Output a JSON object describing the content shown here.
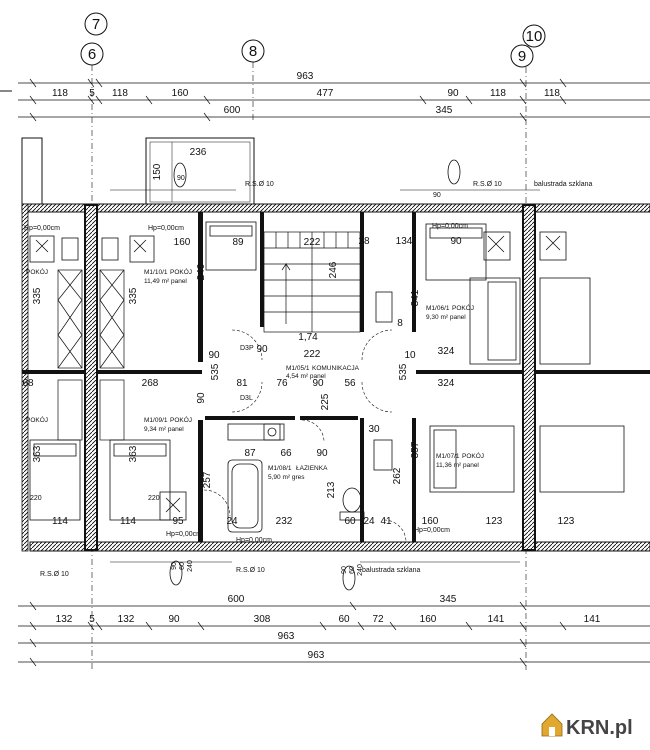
{
  "grid_axes": [
    "7",
    "6",
    "8",
    "10",
    "9"
  ],
  "top_dims_row1": [
    "963"
  ],
  "top_dims_row2": [
    "118",
    "5",
    "118",
    "160",
    "477",
    "90",
    "118",
    "118"
  ],
  "top_dims_row3": [
    "600",
    "345"
  ],
  "top_misc": [
    "236",
    "150",
    "R.S.Ø 10",
    "R.S.Ø 10",
    "balustrada szklana",
    "90",
    "90"
  ],
  "rooms": [
    {
      "code": "M1/10/1",
      "name": "POKÓJ",
      "area": "11,49 m² panel"
    },
    {
      "code": "M1/09/1",
      "name": "POKÓJ",
      "area": "9,34 m² panel"
    },
    {
      "code": "M1/05/1",
      "name": "KOMUNIKACJA",
      "area": "4,54 m² panel"
    },
    {
      "code": "M1/08/1",
      "name": "ŁAZIENKA",
      "area": "5,90 m² gres"
    },
    {
      "code": "M1/06/1",
      "name": "POKÓJ",
      "area": "9,30 m² panel"
    },
    {
      "code": "M1/07/1",
      "name": "POKÓJ",
      "area": "11,36 m² panel"
    },
    {
      "code": "",
      "name": "POKÓJ",
      "area": ""
    },
    {
      "code": "",
      "name": "POKÓJ",
      "area": ""
    }
  ],
  "interior_dims": [
    "160",
    "240",
    "335",
    "335",
    "89",
    "222",
    "246",
    "134",
    "90",
    "341",
    "1,74",
    "222",
    "90",
    "8",
    "D3P",
    "D3L",
    "268",
    "68",
    "81",
    "76",
    "90",
    "56",
    "324",
    "324",
    "90",
    "535",
    "535",
    "87",
    "66",
    "90",
    "357",
    "262",
    "213",
    "257",
    "363",
    "363",
    "114",
    "114",
    "220",
    "220",
    "232",
    "60",
    "24",
    "41",
    "160",
    "123",
    "123",
    "95",
    "24",
    "28",
    "30",
    "225",
    "90",
    "10"
  ],
  "level_labels": [
    "Hp=0,00cm",
    "Hp=0,00cm",
    "Hp=0,00cm",
    "Hp=0,00cm",
    "Hp=0,00cm",
    "Hp=0,00cm"
  ],
  "bottom_misc": [
    "R.S.Ø 10",
    "R.S.Ø 10",
    "balustrada szklana",
    "90",
    "60",
    "240",
    "90",
    "60",
    "240"
  ],
  "bottom_dims_row1": [
    "600",
    "345"
  ],
  "bottom_dims_row2": [
    "132",
    "5",
    "132",
    "90",
    "308",
    "60",
    "72",
    "160",
    "141",
    "141"
  ],
  "bottom_dims_row3": [
    "963"
  ],
  "bottom_dims_row4": [
    "963"
  ],
  "watermark": "KRN.pl"
}
